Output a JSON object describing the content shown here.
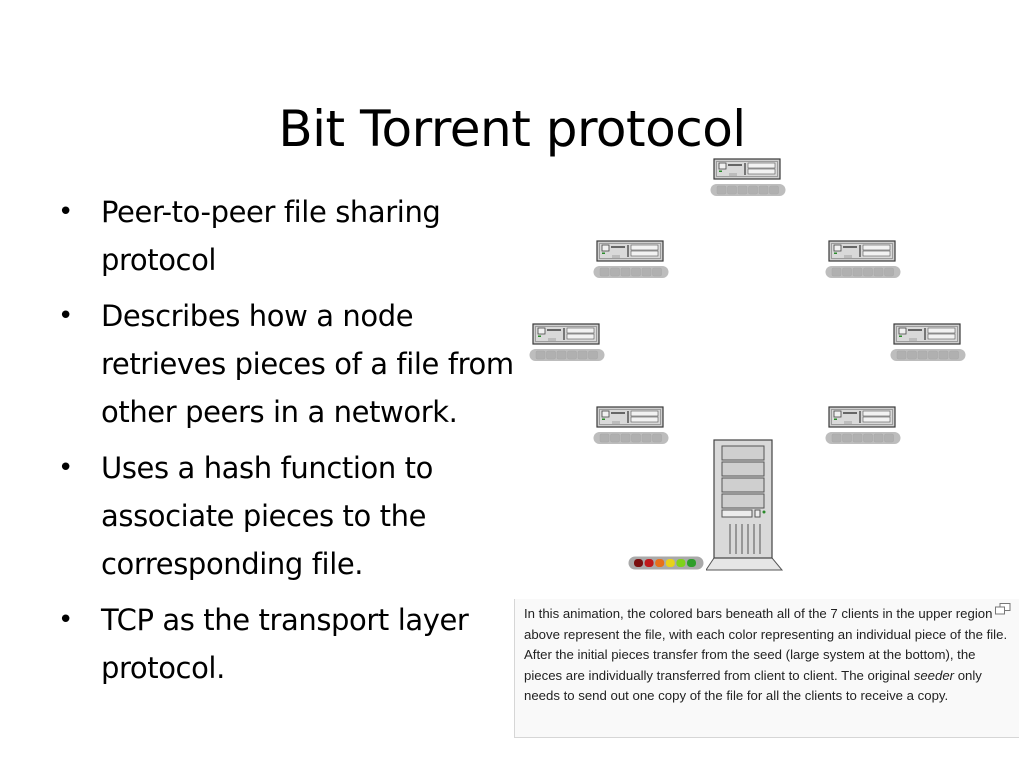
{
  "slide": {
    "title": "Bit Torrent protocol",
    "bullets": [
      "Peer-to-peer file sharing protocol",
      "Describes how a node retrieves pieces of a file from other peers in a network.",
      "Uses a hash function to associate pieces to the corresponding file.",
      "TCP as the transport layer protocol."
    ]
  },
  "figure": {
    "clients": 7,
    "seed_piece_colors": [
      "#7a0f0f",
      "#c0181a",
      "#e8701a",
      "#e8d21a",
      "#7fd21a",
      "#2e9e2a"
    ],
    "client_bar_color": "#bdbdbd",
    "caption_before": "In this animation, the colored bars beneath all of the 7 clients in the upper region above represent the file, with each color representing an individual piece of the file. After the initial pieces transfer from the seed (large system at the bottom), the pieces are individually transferred from client to client. The original ",
    "caption_emph": "seeder",
    "caption_after": " only needs to send out one copy of the file for all the clients to receive a copy."
  },
  "icons": [
    "client-computer-icon",
    "seed-server-icon",
    "magnify-icon"
  ]
}
